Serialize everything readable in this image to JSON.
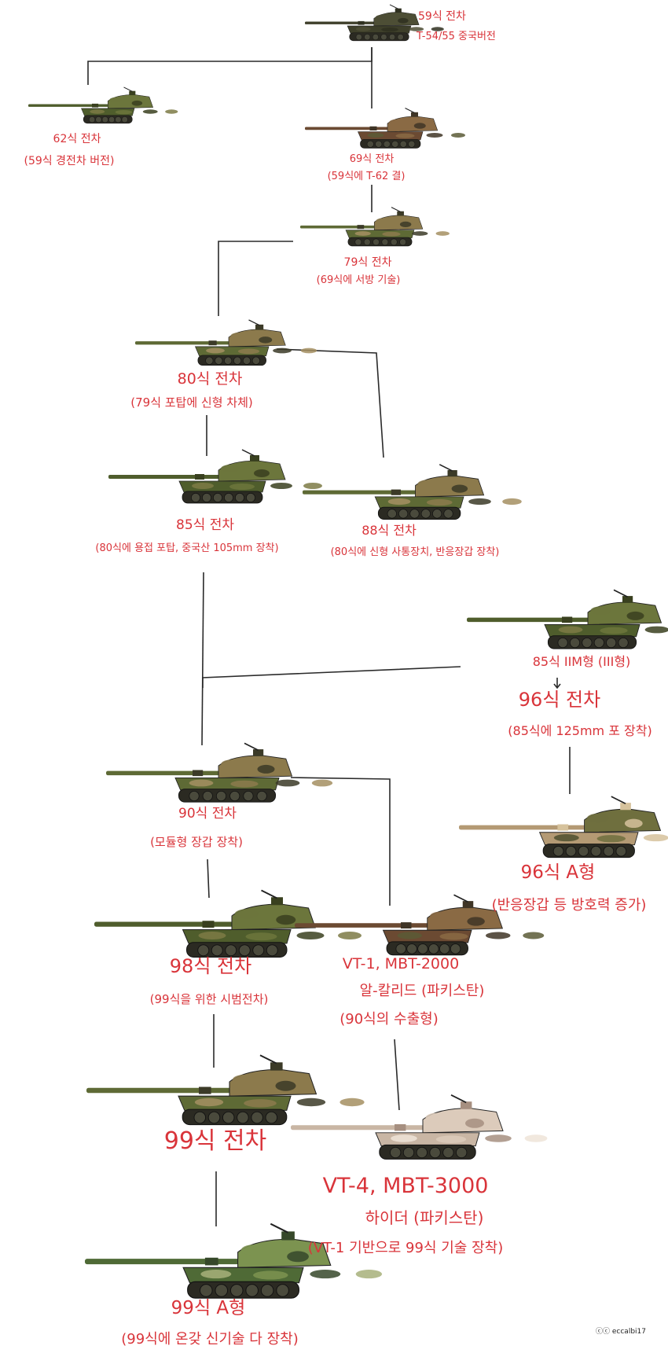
{
  "colors": {
    "label": "#d9343a",
    "line": "#2a2a2a",
    "camo_green": [
      "#4d5a2e",
      "#6b7439",
      "#3c3b25",
      "#8a7a4a"
    ],
    "camo_desert": [
      "#b7a58a",
      "#d2c2a8",
      "#8e7a63",
      "#efe5d4"
    ]
  },
  "credit": "ⓒⓒ eccalbi17",
  "nodes": [
    {
      "id": "t59",
      "name": "59식 전차",
      "note": "T-54/55 중국버전",
      "camo": "dark"
    },
    {
      "id": "t62",
      "name": "62식 전차",
      "note": "(59식 경전차 버전)",
      "camo": "green"
    },
    {
      "id": "t69",
      "name": "69식 전차",
      "note": "(59식에 T-62 결)",
      "camo": "brown"
    },
    {
      "id": "t79",
      "name": "79식 전차",
      "note": "(69식에 서방 기술)",
      "camo": "tri"
    },
    {
      "id": "t80",
      "name": "80식 전차",
      "note": "(79식 포탑에 신형 차체)",
      "camo": "tri"
    },
    {
      "id": "t85",
      "name": "85식 전차",
      "note": "(80식에 용접 포탑, 중국산 105mm 장착)",
      "camo": "green"
    },
    {
      "id": "t88",
      "name": "88식 전차",
      "note": "(80식에 신형 사통장치, 반응장갑 장착)",
      "camo": "tri"
    },
    {
      "id": "t85iim",
      "name": "85식 IIM형 (III형)",
      "note": "",
      "camo": "green"
    },
    {
      "id": "t96",
      "name": "96식 전차",
      "note": "(85식에 125mm 포 장착)",
      "camo": "none"
    },
    {
      "id": "t90",
      "name": "90식 전차",
      "note": "(모듈형 장갑 장착)",
      "camo": "tri"
    },
    {
      "id": "t96a",
      "name": "96식 A형",
      "note": "(반응장갑 등 방호력 증가)",
      "camo": "desert"
    },
    {
      "id": "t98",
      "name": "98식 전차",
      "note": "(99식을 위한 시범전차)",
      "camo": "green"
    },
    {
      "id": "vt1",
      "name": "VT-1, MBT-2000",
      "note": "알-칼리드 (파키스탄)",
      "note2": "(90식의 수출형)",
      "camo": "brown"
    },
    {
      "id": "t99",
      "name": "99식 전차",
      "note": "",
      "camo": "tri"
    },
    {
      "id": "vt4",
      "name": "VT-4, MBT-3000",
      "note": "하이더 (파키스탄)",
      "note2": "(VT-1 기반으로 99식 기술 장착)",
      "camo": "pixel"
    },
    {
      "id": "t99a",
      "name": "99식 A형",
      "note": "(99식에 온갖 신기술 다 장착)",
      "camo": "digital"
    }
  ]
}
